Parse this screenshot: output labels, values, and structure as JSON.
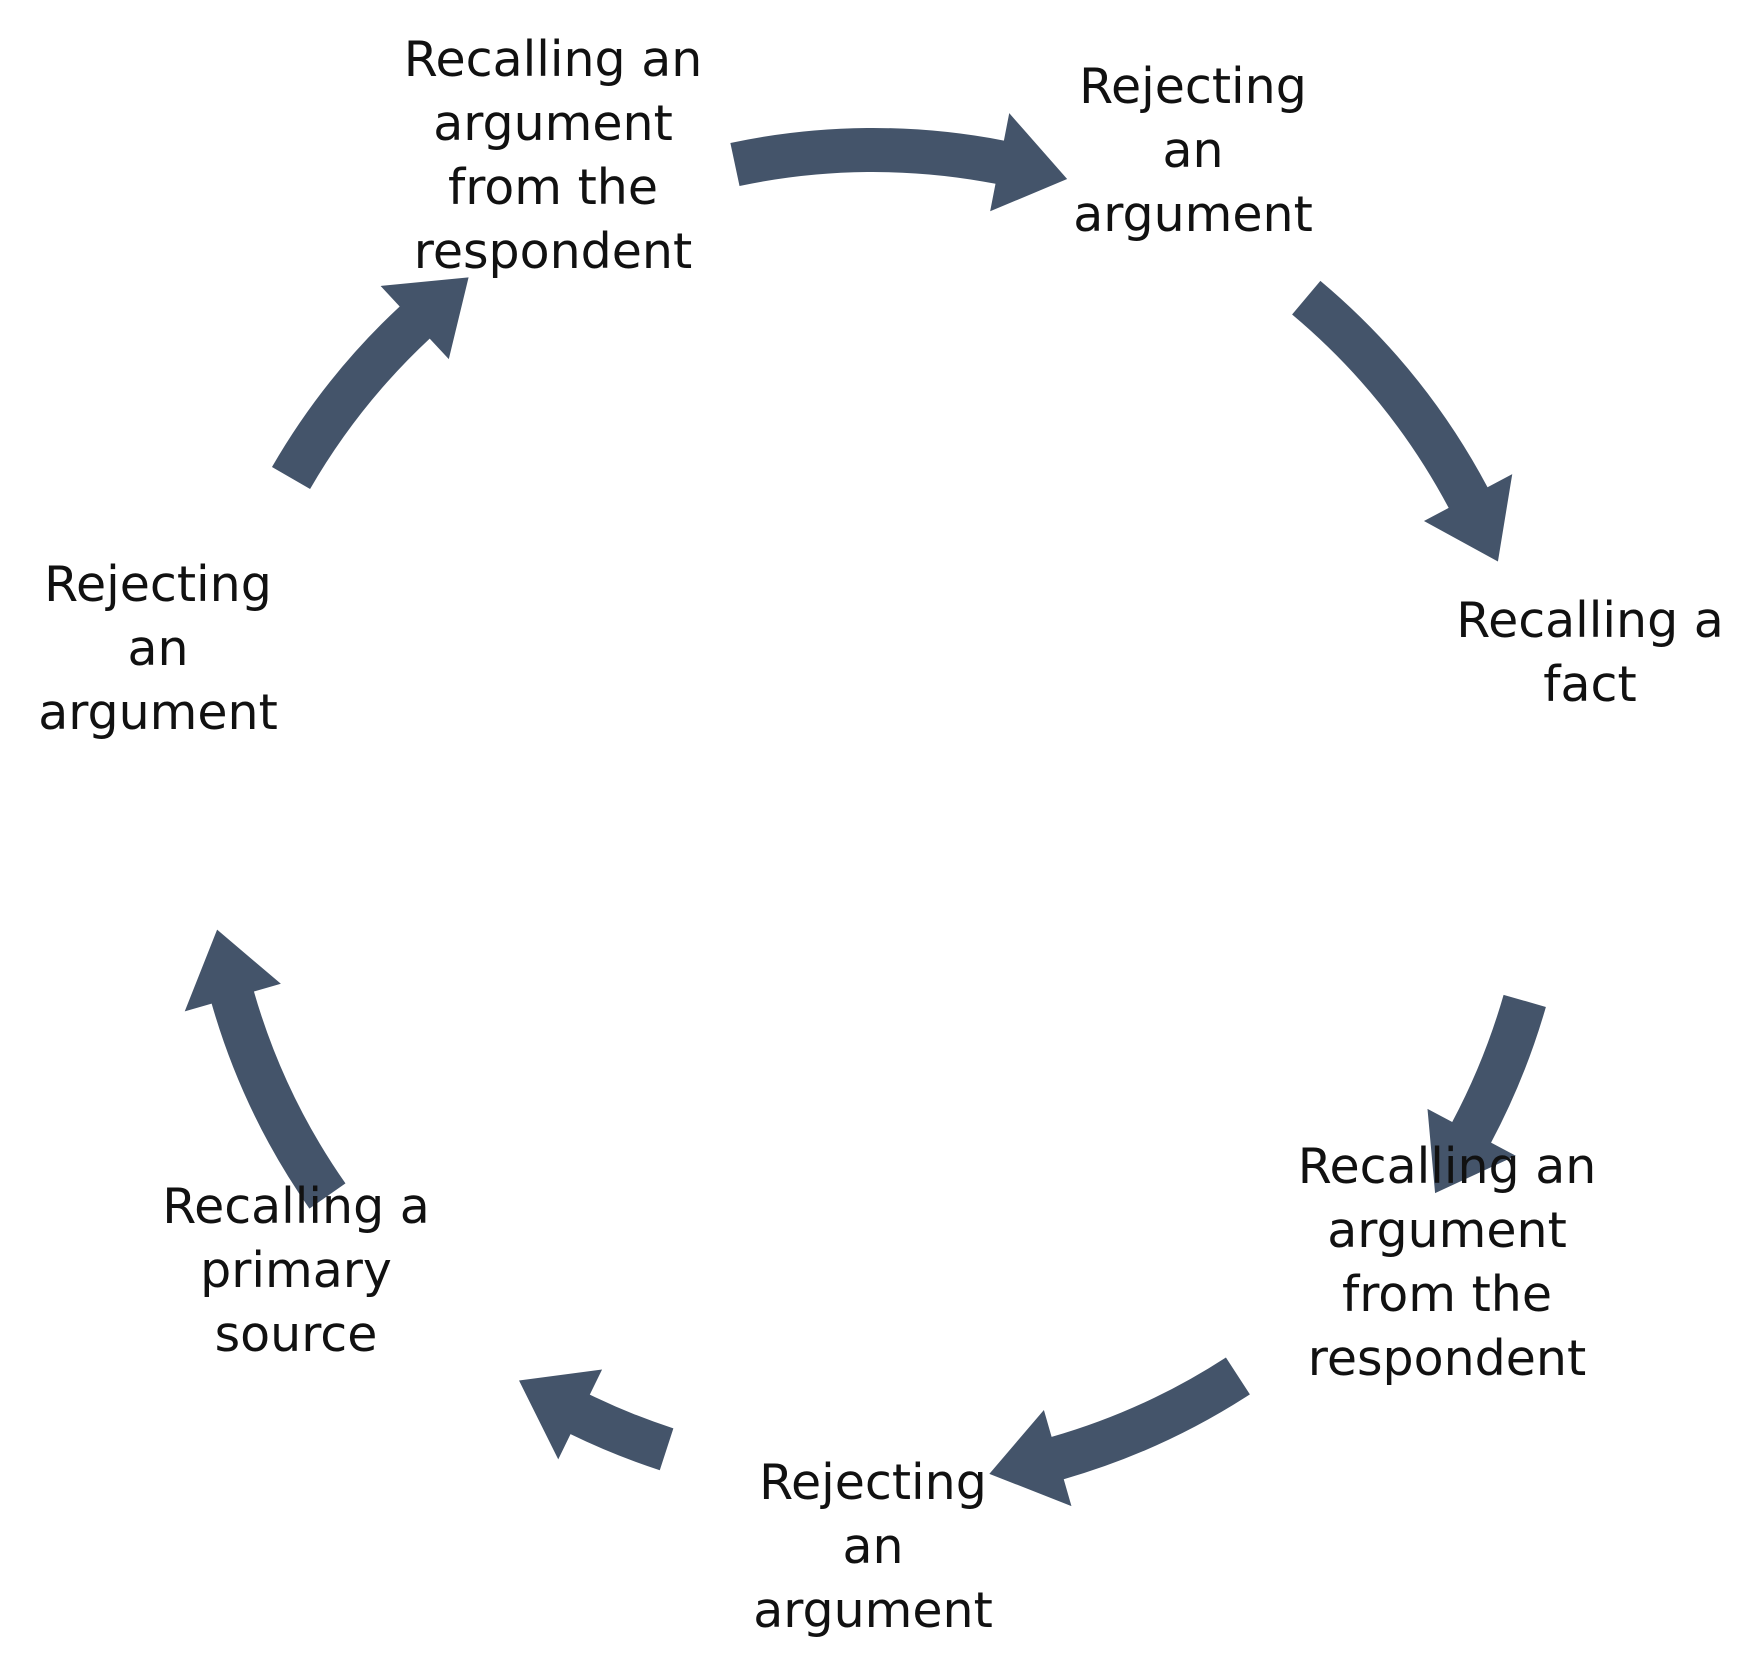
{
  "colors": {
    "arrow": "#44546a",
    "text": "#111111",
    "background": "#ffffff"
  },
  "nodes": [
    {
      "id": "n1",
      "lines": [
        "Recalling an",
        "argument",
        "from the",
        "respondent"
      ]
    },
    {
      "id": "n2",
      "lines": [
        "Rejecting",
        "an",
        "argument"
      ]
    },
    {
      "id": "n3",
      "lines": [
        "Recalling a",
        "fact"
      ]
    },
    {
      "id": "n4",
      "lines": [
        "Recalling an",
        "argument",
        "from the",
        "respondent"
      ]
    },
    {
      "id": "n5",
      "lines": [
        "Rejecting",
        "an",
        "argument"
      ]
    },
    {
      "id": "n6",
      "lines": [
        "Recalling a",
        "primary",
        "source"
      ]
    },
    {
      "id": "n7",
      "lines": [
        "Rejecting",
        "an",
        "argument"
      ]
    }
  ],
  "edges": [
    {
      "from": "n1",
      "to": "n2"
    },
    {
      "from": "n2",
      "to": "n3"
    },
    {
      "from": "n3",
      "to": "n4"
    },
    {
      "from": "n4",
      "to": "n5"
    },
    {
      "from": "n5",
      "to": "n6"
    },
    {
      "from": "n6",
      "to": "n7"
    },
    {
      "from": "n7",
      "to": "n1"
    }
  ]
}
